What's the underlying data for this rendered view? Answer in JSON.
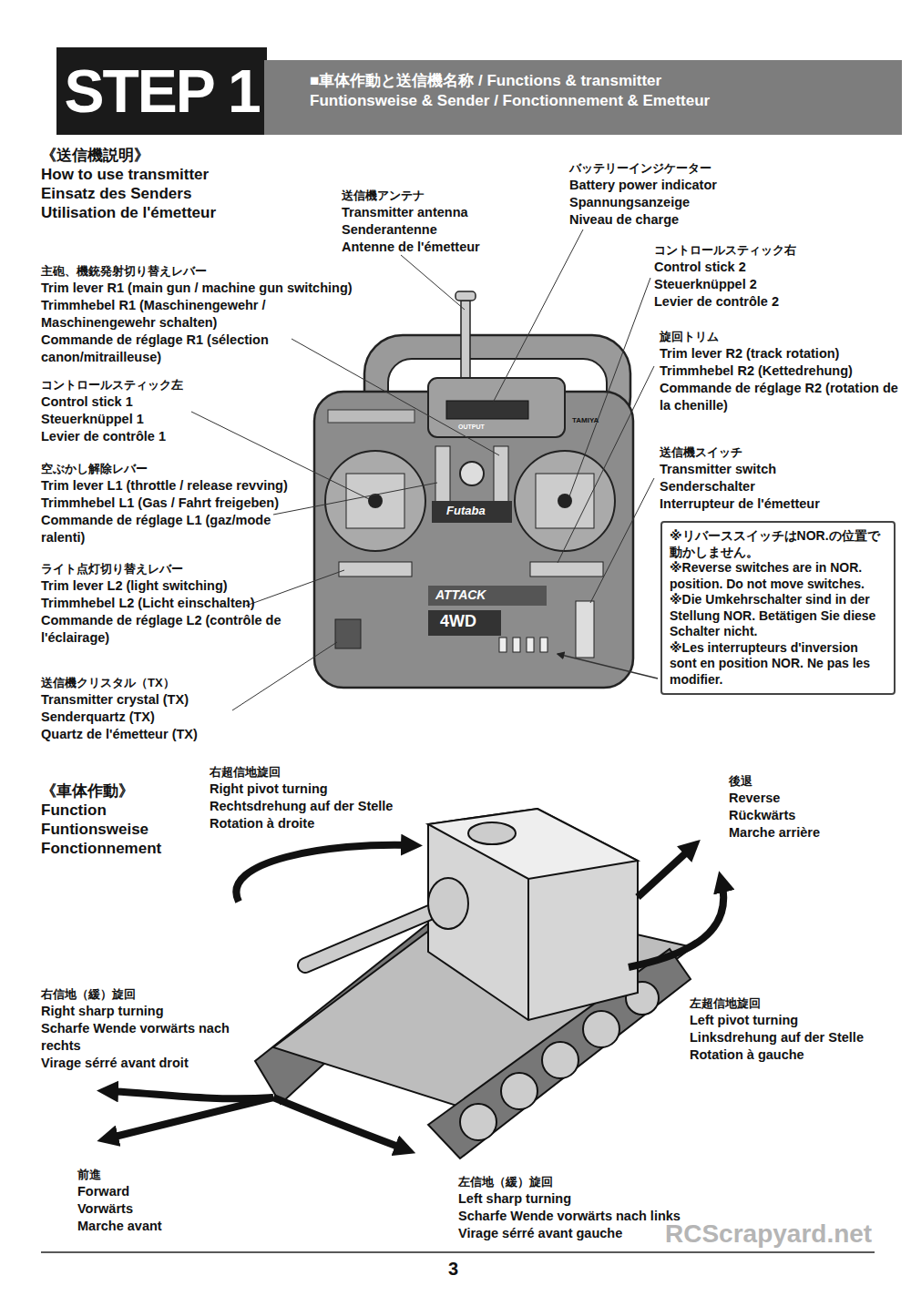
{
  "diagram": {
    "nodes": [
      {
        "text": [
          "STEP 1"
        ]
      },
      {
        "text": [
          "■車体作動と送信機名称 / Functions & transmitter Funtionsweise & Sender / Fonctionnement & Emetteur"
        ]
      },
      {
        "text": [
          "※リバーススイッチはNOR.の位置で動かしません。",
          "※Reverse switches are in NOR. position. Do not move switches.",
          "※Die Umkehrschalter sind in der Stellung NOR. Betätigen Sie diese Schalter nicht.",
          "※Les interrupteurs d'inversion sont en position NOR. Ne pas les modifier."
        ]
      }
    ],
    "labels": [
      "《送信機説明》",
      "How to use transmitter",
      "Einsatz des Senders",
      "Utilisation de l'émetteur",
      "送信機アンテナ",
      "Transmitter antenna",
      "Senderantenne",
      "Antenne de l'émetteur",
      "バッテリーインジケーター",
      "Battery power indicator",
      "Spannungsanzeige",
      "Niveau de charge",
      "主砲、機銃発射切り替えレバー",
      "Trim lever R1 (main gun / machine gun switching)",
      "Trimmhebel R1 (Maschinengewehr / Maschinengewehr schalten)",
      "Commande de réglage R1 (sélection canon/mitrailleuse)",
      "コントロールスティック左",
      "Control stick 1",
      "Steuerknüppel 1",
      "Levier de contrôle 1",
      "空ぶかし解除レバー",
      "Trim lever L1 (throttle / release revving)",
      "Trimmhebel L1 (Gas / Fahrt freigeben)",
      "Commande de réglage L1 (gaz/mode ralenti)",
      "ライト点灯切り替えレバー",
      "Trim lever L2 (light switching)",
      "Trimmhebel L2 (Licht einschalten)",
      "Commande de réglage L2 (contrôle de l'éclairage)",
      "送信機クリスタル（TX）",
      "Transmitter crystal (TX)",
      "Senderquartz (TX)",
      "Quartz de l'émetteur (TX)",
      "コントロールスティック右",
      "Control stick 2",
      "Steuerknüppel 2",
      "Levier de contrôle 2",
      "旋回トリム",
      "Trim lever R2 (track rotation)",
      "Trimmhebel R2 (Kettedrehung)",
      "Commande de réglage R2 (rotation de la chenille)",
      "送信機スイッチ",
      "Transmitter switch",
      "Senderschalter",
      "Interrupteur de l'émetteur",
      "《車体作動》",
      "Function",
      "Funtionsweise",
      "Fonctionnement",
      "右超信地旋回",
      "Right pivot turning",
      "Rechtsdrehung auf der Stelle",
      "Rotation à droite",
      "後退",
      "Reverse",
      "Rückwärts",
      "Marche arrière",
      "右信地（緩）旋回",
      "Right sharp turning",
      "Scharfe Wende vorwärts nach rechts",
      "Virage sérré avant droit",
      "左超信地旋回",
      "Left pivot turning",
      "Linksdrehung auf der Stelle",
      "Rotation à gauche",
      "前進",
      "Forward",
      "Vorwärts",
      "Marche avant",
      "左信地（緩）旋回",
      "Left sharp turning",
      "Scharfe Wende vorwärts nach links",
      "Virage sérré avant gauche",
      "OUTPUT",
      "TAMIYA",
      "Futaba",
      "ATTACK",
      "4WD",
      "3",
      "RCScrapyard.net"
    ]
  }
}
